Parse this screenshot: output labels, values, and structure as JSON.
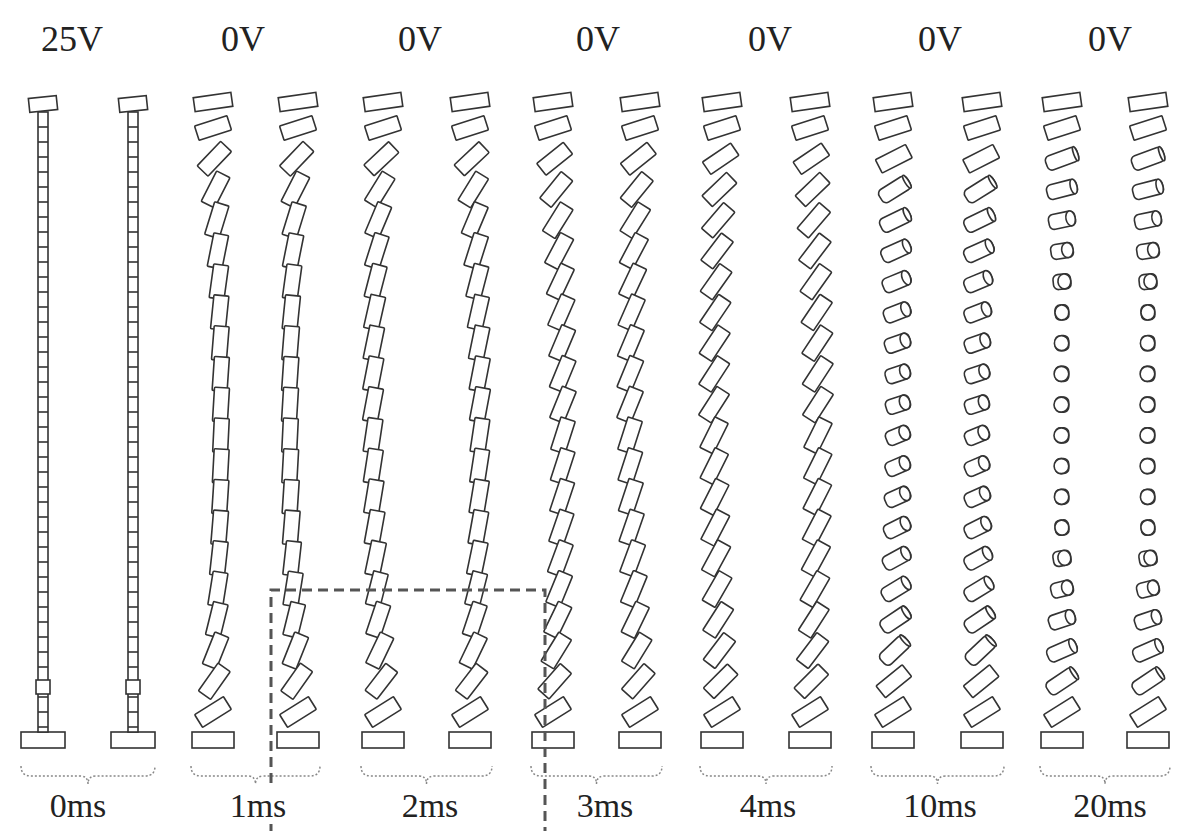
{
  "diagram": {
    "labels": [
      "25V",
      "0V",
      "0V",
      "0V",
      "0V",
      "0V",
      "0V",
      "0ms",
      "1ms",
      "2ms",
      "3ms",
      "4ms",
      "10ms",
      "20ms"
    ]
  }
}
